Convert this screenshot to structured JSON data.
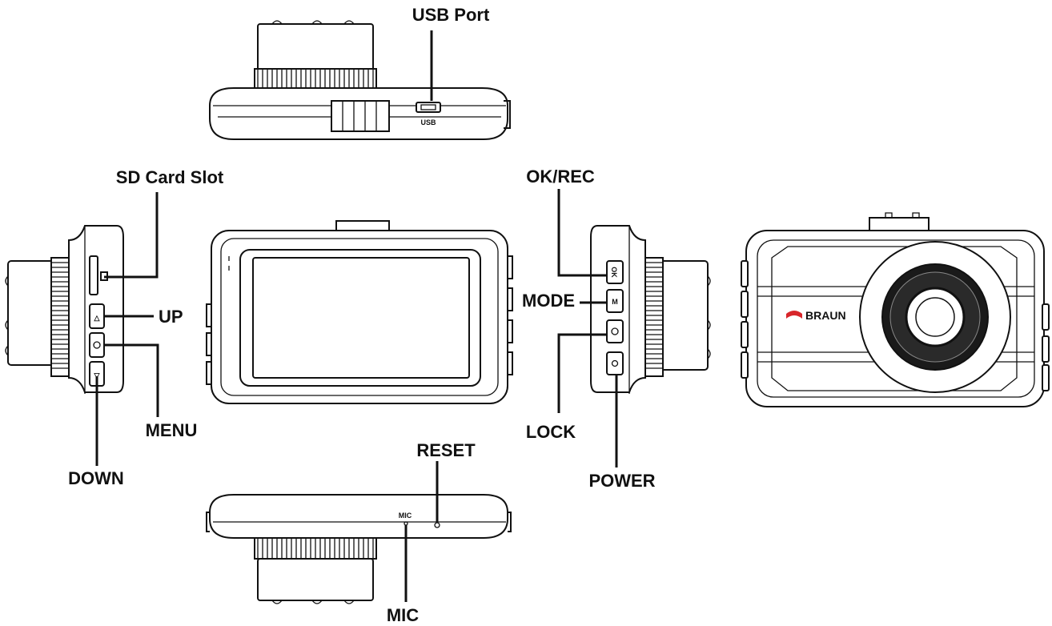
{
  "labels": {
    "usb_port": "USB Port",
    "sd_card_slot": "SD Card Slot",
    "up": "UP",
    "menu": "MENU",
    "down": "DOWN",
    "ok_rec": "OK/REC",
    "mode": "MODE",
    "lock": "LOCK",
    "power": "POWER",
    "reset": "RESET",
    "mic": "MIC"
  },
  "device_markings": {
    "usb": "USB",
    "mic": "MIC",
    "ok": "OK",
    "mode_key": "M",
    "brand": "BRAUN"
  },
  "icons": [
    "up-arrow-icon",
    "menu-icon",
    "down-arrow-icon",
    "lock-icon",
    "power-icon",
    "sd-card-icon",
    "braun-logo-icon"
  ]
}
